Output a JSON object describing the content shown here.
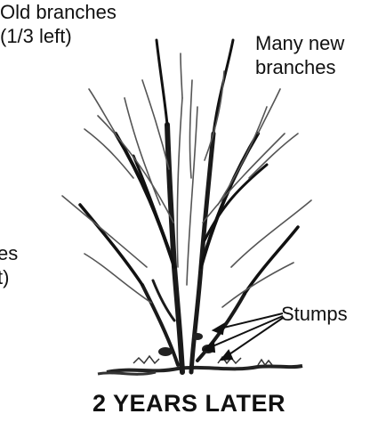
{
  "labels": {
    "old_branches_line1": "Old branches",
    "old_branches_line2": "(1/3 left)",
    "new_branches_line1": "Many new",
    "new_branches_line2": "branches",
    "cut_fragment_line1": "es",
    "cut_fragment_line2": "t)",
    "stumps": "Stumps"
  },
  "caption": "2 YEARS LATER"
}
